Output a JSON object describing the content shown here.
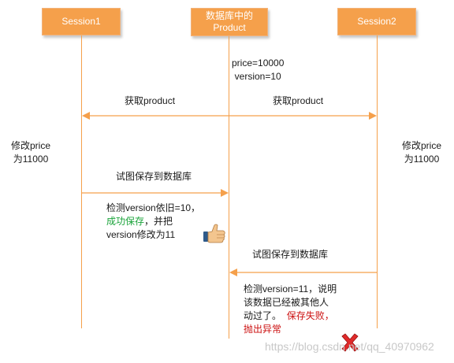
{
  "participants": {
    "session1": "Session1",
    "db_line1": "数据库中的",
    "db_line2": "Product",
    "session2": "Session2"
  },
  "db_state": {
    "price": "price=10000",
    "version": "version=10"
  },
  "messages": {
    "fetch_left": "获取product",
    "fetch_right": "获取product",
    "save_attempt_1": "试图保存到数据库",
    "save_attempt_2": "试图保存到数据库"
  },
  "session1_note": {
    "line1": "修改price",
    "line2": "为11000"
  },
  "session2_note": {
    "line1": "修改price",
    "line2": "为11000"
  },
  "success_note": {
    "line1": "检测version依旧=10，",
    "success": "成功保存",
    "line2_rest": "，并把",
    "line3": "version修改为11"
  },
  "failure_note": {
    "line1": "检测version=11，说明",
    "line2": "该数据已经被其他人",
    "line3_prefix": "动过了。",
    "fail": "保存失败，",
    "line4": "抛出异常"
  },
  "watermark": "https://blog.csdn.net/qq_40970962",
  "icons": {
    "success": "thumbs-up-icon",
    "failure": "red-cross-icon"
  },
  "colors": {
    "participant_box": "#f5a04b",
    "lifeline": "#f5a04b",
    "success_text": "#1aa33a",
    "failure_text": "#cc1111"
  }
}
